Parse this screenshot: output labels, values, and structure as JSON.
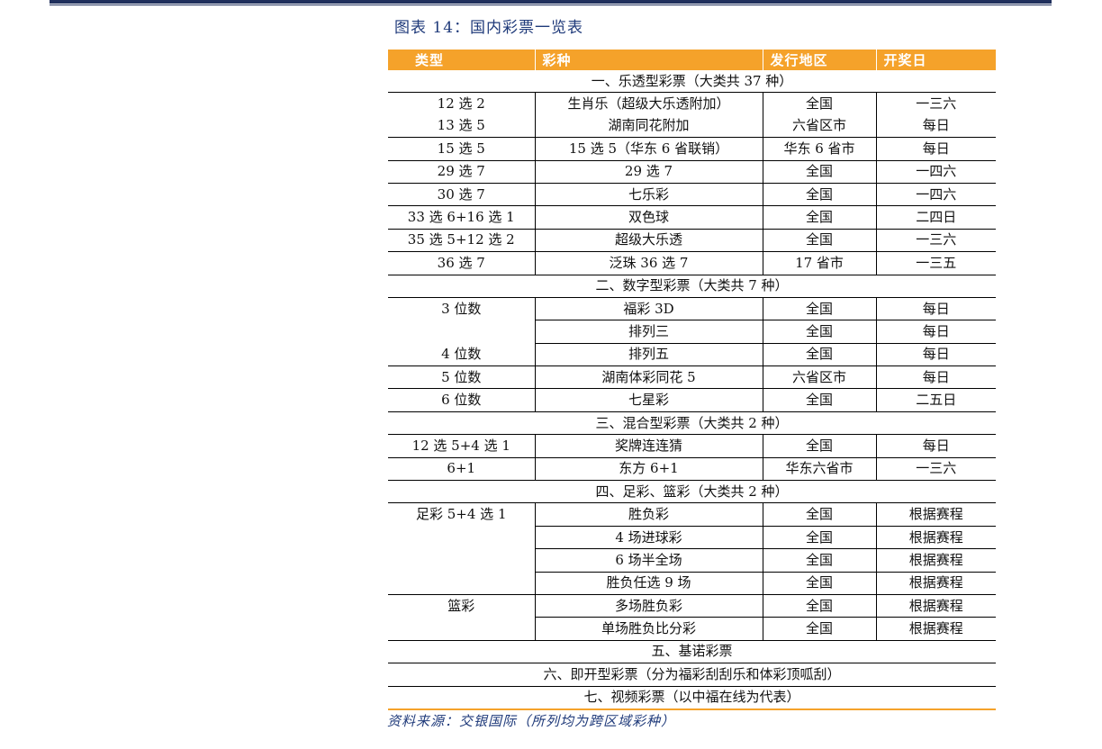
{
  "caption": "图表 14：国内彩票一览表",
  "headers": [
    "类型",
    "彩种",
    "发行地区",
    "开奖日"
  ],
  "sections": [
    {
      "title": "一、乐透型彩票（大类共 37 种）",
      "rows": [
        {
          "type": "12 选 2",
          "game": "生肖乐（超级大乐透附加）",
          "region": "全国",
          "draw": "一三六"
        },
        {
          "type": "13 选 5",
          "game": "湖南同花附加",
          "region": "六省区市",
          "draw": "每日"
        },
        {
          "type": "15 选 5",
          "game": "15 选 5（华东 6 省联销）",
          "region": "华东 6 省市",
          "draw": "每日"
        },
        {
          "type": "29 选 7",
          "game": "29 选 7",
          "region": "全国",
          "draw": "一四六"
        },
        {
          "type": "30 选 7",
          "game": "七乐彩",
          "region": "全国",
          "draw": "一四六"
        },
        {
          "type": "33 选 6+16 选 1",
          "game": "双色球",
          "region": "全国",
          "draw": "二四日"
        },
        {
          "type": "35 选 5+12 选 2",
          "game": "超级大乐透",
          "region": "全国",
          "draw": "一三六"
        },
        {
          "type": "36 选 7",
          "game": "泛珠 36 选 7",
          "region": "17 省市",
          "draw": "一三五"
        }
      ]
    },
    {
      "title": "二、数字型彩票（大类共 7 种）",
      "rows": [
        {
          "type": "3 位数",
          "game": "福彩 3D",
          "region": "全国",
          "draw": "每日"
        },
        {
          "type": "",
          "game": "排列三",
          "region": "全国",
          "draw": "每日"
        },
        {
          "type": "4 位数",
          "game": "排列五",
          "region": "全国",
          "draw": "每日"
        },
        {
          "type": "5 位数",
          "game": "湖南体彩同花 5",
          "region": "六省区市",
          "draw": "每日"
        },
        {
          "type": "6 位数",
          "game": "七星彩",
          "region": "全国",
          "draw": "二五日"
        }
      ]
    },
    {
      "title": "三、混合型彩票（大类共 2 种）",
      "rows": [
        {
          "type": "12 选 5+4 选 1",
          "game": "奖牌连连猜",
          "region": "全国",
          "draw": "每日"
        },
        {
          "type": "6+1",
          "game": "东方 6+1",
          "region": "华东六省市",
          "draw": "一三六"
        }
      ]
    },
    {
      "title": "四、足彩、篮彩（大类共 2 种）",
      "rows": [
        {
          "type": "足彩 5+4 选 1",
          "game": "胜负彩",
          "region": "全国",
          "draw": "根据赛程"
        },
        {
          "type": "",
          "game": "4 场进球彩",
          "region": "全国",
          "draw": "根据赛程"
        },
        {
          "type": "",
          "game": "6 场半全场",
          "region": "全国",
          "draw": "根据赛程"
        },
        {
          "type": "",
          "game": "胜负任选 9 场",
          "region": "全国",
          "draw": "根据赛程"
        },
        {
          "type": "篮彩",
          "game": "多场胜负彩",
          "region": "全国",
          "draw": "根据赛程"
        },
        {
          "type": "",
          "game": "单场胜负比分彩",
          "region": "全国",
          "draw": "根据赛程"
        }
      ]
    },
    {
      "title": "五、基诺彩票",
      "rows": []
    },
    {
      "title": "六、即开型彩票（分为福彩刮刮乐和体彩顶呱刮）",
      "rows": []
    },
    {
      "title": "七、视频彩票（以中福在线为代表）",
      "rows": []
    }
  ],
  "source": "资料来源：交银国际（所列均为跨区域彩种）"
}
